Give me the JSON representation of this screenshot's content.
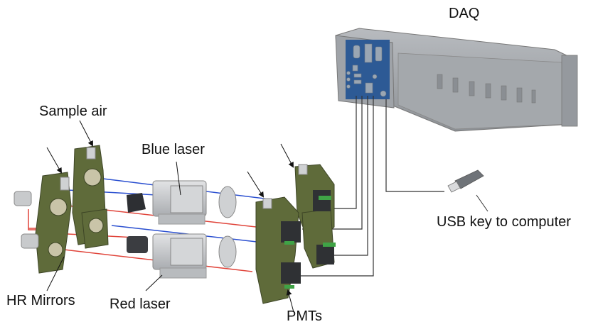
{
  "diagram": {
    "labels": {
      "daq": "DAQ",
      "sample_air": "Sample air",
      "blue_laser": "Blue laser",
      "hr_mirrors": "HR Mirrors",
      "red_laser": "Red laser",
      "pmts": "PMTs",
      "usb_key": "USB key to computer"
    },
    "colors": {
      "blue_beam": "#2a4fd0",
      "red_beam": "#e0443a",
      "mount_green": "#5f6b3a",
      "daq_body": "#9a9ea3",
      "daq_panel": "#2d5a95",
      "laser_body": "#c8cacc",
      "wire": "#333333"
    }
  }
}
